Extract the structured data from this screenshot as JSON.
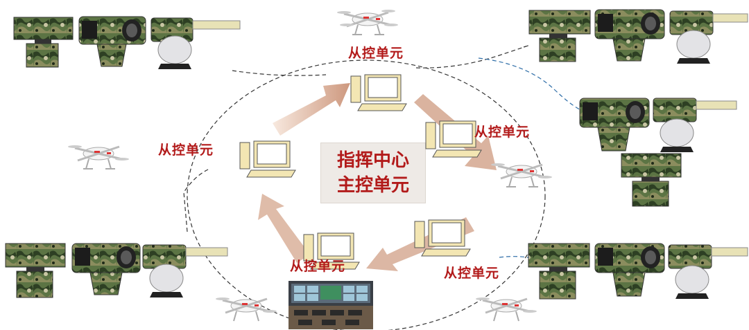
{
  "center": {
    "line1": "指挥中心",
    "line2": "主控单元"
  },
  "sub_units": {
    "top": "从控单元",
    "left": "从控单元",
    "right": "从控单元",
    "bottom_left": "从控单元",
    "bottom_right": "从控单元"
  }
}
